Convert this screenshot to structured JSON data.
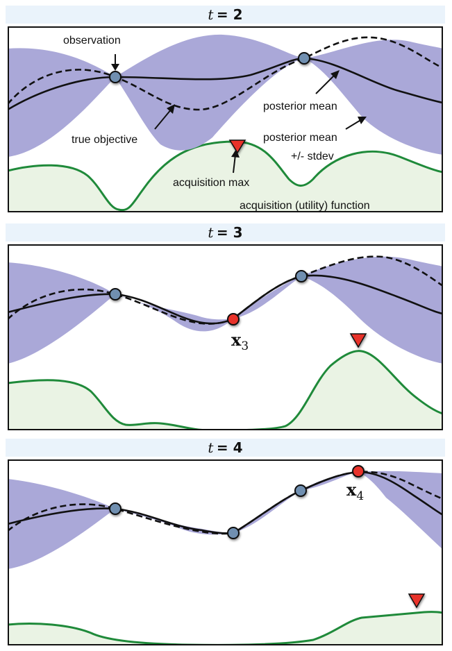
{
  "panels": [
    {
      "title_var": "t",
      "title_rest": "= 2",
      "labels": {
        "observation": "observation",
        "true_objective": "true objective",
        "acquisition_max": "acquisition max",
        "posterior_mean": "posterior mean",
        "posterior_band_1": "posterior mean",
        "posterior_band_2": "+/- stdev",
        "acquisition_function": "acquisition (utility) function"
      }
    },
    {
      "title_var": "t",
      "title_rest": "= 3",
      "new_point_label": "x",
      "new_point_sub": "3"
    },
    {
      "title_var": "t",
      "title_rest": "= 4",
      "new_point_label": "x",
      "new_point_sub": "4"
    }
  ],
  "colors": {
    "band": "#aaa8d8",
    "acquisition_line": "#1f8a3a",
    "acquisition_fill": "#eaf3e4",
    "observation_point": "#6f8fb0",
    "new_point": "#e8322b",
    "acq_max_marker": "#e8322b",
    "title_bar": "#eaf3fb"
  }
}
